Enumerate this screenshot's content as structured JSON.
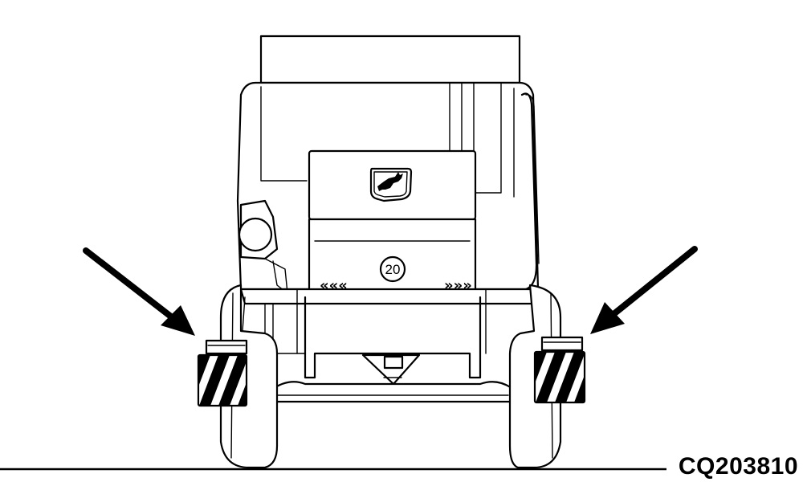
{
  "figure": {
    "code": "CQ203810",
    "callout_number": "20",
    "chevrons_left": "«««",
    "chevrons_right": "»»»"
  },
  "colors": {
    "ink": "#000000",
    "paper": "#ffffff"
  },
  "icons": [
    "deer-logo-icon",
    "arrow-left-icon",
    "arrow-right-icon",
    "warning-stripe-panel"
  ]
}
